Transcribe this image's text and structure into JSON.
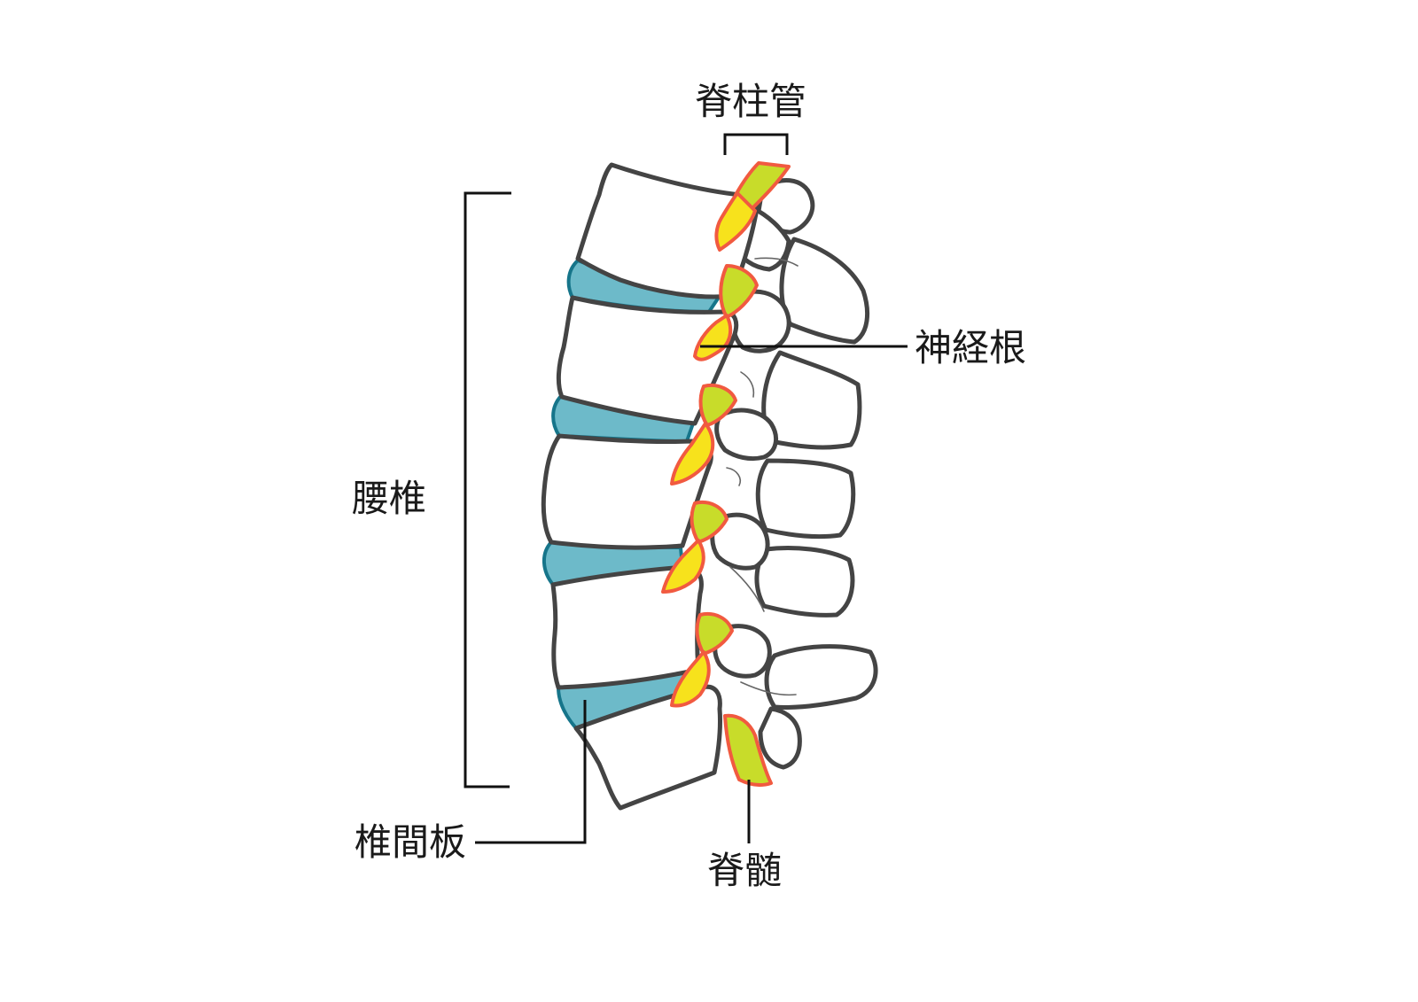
{
  "labels": {
    "spinal_canal": "脊柱管",
    "nerve_root": "神経根",
    "lumbar_spine": "腰椎",
    "intervertebral_disc": "椎間板",
    "spinal_cord": "脊髄"
  },
  "colors": {
    "bone_fill": "#ffffff",
    "outline": "#444444",
    "disc_fill": "#6dbac9",
    "disc_stroke": "#16758a",
    "spinal_cord_fill": "#c8dc2a",
    "nerve_fill": "#f7e21c",
    "nerve_stroke": "#f15a40"
  }
}
